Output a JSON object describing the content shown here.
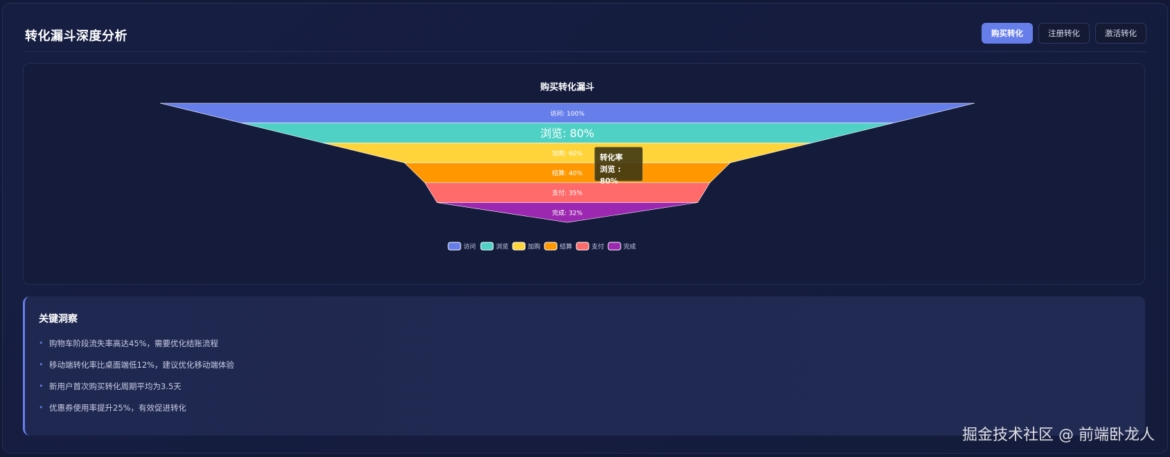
{
  "header": {
    "title": "转化漏斗深度分析",
    "tabs": [
      {
        "label": "购买转化",
        "active": true
      },
      {
        "label": "注册转化",
        "active": false
      },
      {
        "label": "激活转化",
        "active": false
      }
    ]
  },
  "chart_data": {
    "type": "funnel",
    "title": "购买转化漏斗",
    "stages": [
      {
        "name": "访问",
        "value": 100,
        "label": "访问: 100%",
        "color": "#667eea"
      },
      {
        "name": "浏览",
        "value": 80,
        "label": "浏览: 80%",
        "color": "#4fd1c5"
      },
      {
        "name": "加购",
        "value": 60,
        "label": "加购: 60%",
        "color": "#ffd43b"
      },
      {
        "name": "结算",
        "value": 40,
        "label": "结算: 40%",
        "color": "#ff9800"
      },
      {
        "name": "支付",
        "value": 35,
        "label": "支付: 35%",
        "color": "#ff6b6b"
      },
      {
        "name": "完成",
        "value": 32,
        "label": "完成: 32%",
        "color": "#9c27b0"
      }
    ],
    "highlighted": "浏览",
    "legend_position": "bottom-center",
    "tooltip": {
      "title": "转化率",
      "text": "浏览 : 80%"
    }
  },
  "insights": {
    "title": "关键洞察",
    "items": [
      "购物车阶段流失率高达45%，需要优化结账流程",
      "移动端转化率比桌面端低12%，建议优化移动端体验",
      "新用户首次购买转化周期平均为3.5天",
      "优惠券使用率提升25%，有效促进转化"
    ]
  },
  "watermark": "掘金技术社区 @ 前端卧龙人"
}
